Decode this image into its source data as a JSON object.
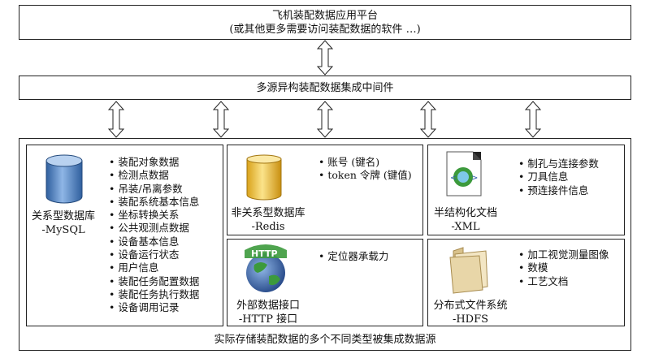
{
  "top_box": {
    "title": "飞机装配数据应用平台",
    "subtitle": "(或其他更多需要访问装配数据的软件 …)"
  },
  "middle_box": {
    "title": "多源异构装配数据集成中间件"
  },
  "storage": {
    "caption": "实际存储装配数据的多个不同类型被集成数据源",
    "mysql": {
      "name": "关系型数据库",
      "tech": "-MySQL",
      "items": [
        "装配对象数据",
        "检测点数据",
        "吊装/吊离参数",
        "装配系统基本信息",
        "坐标转换关系",
        "公共观测点数据",
        "设备基本信息",
        "设备运行状态",
        "用户信息",
        "装配任务配置数据",
        "装配任务执行数据",
        "设备调用记录"
      ]
    },
    "redis": {
      "name": "非关系型数据库",
      "tech": "-Redis",
      "items": [
        "账号 (键名)",
        "token 令牌 (键值)"
      ]
    },
    "xml": {
      "name": "半结构化文档",
      "tech": "-XML",
      "items": [
        "制孔与连接参数",
        "刀具信息",
        "预连接件信息"
      ]
    },
    "http": {
      "name": "外部数据接口",
      "tech": "-HTTP 接口",
      "items": [
        "定位器承载力"
      ]
    },
    "hdfs": {
      "name": "分布式文件系统",
      "tech": "-HDFS",
      "items": [
        "加工视觉测量图像",
        "数模",
        "工艺文档"
      ]
    }
  },
  "colors": {
    "border": "#222222",
    "db_blue": "#4f86c6",
    "redis_gold": "#f1c232",
    "globe_blue": "#2a5aa8",
    "globe_green": "#3c9a3c",
    "folder_tan": "#e8d6a8"
  },
  "icons": [
    "database-icon",
    "redis-jar-icon",
    "xml-document-icon",
    "http-globe-icon",
    "folder-icon",
    "double-arrow-icon"
  ]
}
